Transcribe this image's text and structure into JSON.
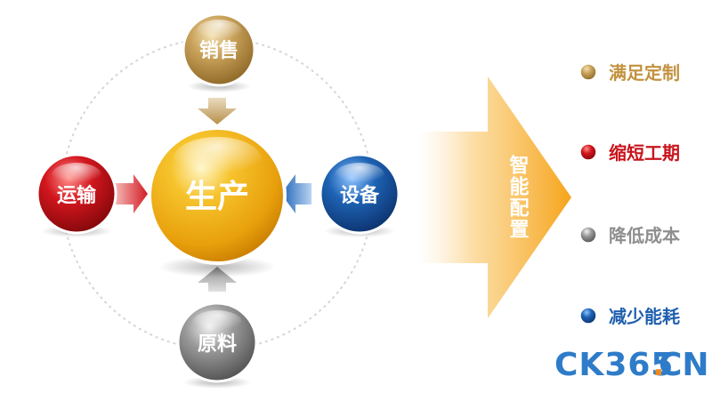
{
  "diagram": {
    "center": {
      "label": "生产"
    },
    "nodes": {
      "top": {
        "label": "销售"
      },
      "left": {
        "label": "运输"
      },
      "right": {
        "label": "设备"
      },
      "bottom": {
        "label": "原料"
      }
    },
    "arrow_label": "智能配置",
    "outcomes": [
      {
        "label": "满足定制",
        "color": "#b8903f"
      },
      {
        "label": "缩短工期",
        "color": "#c0121b"
      },
      {
        "label": "降低成本",
        "color": "#8e8e8e"
      },
      {
        "label": "减少能耗",
        "color": "#1f6fb7"
      }
    ]
  },
  "watermark": {
    "main": "CK365",
    "dot": ".",
    "suffix": "CN"
  }
}
